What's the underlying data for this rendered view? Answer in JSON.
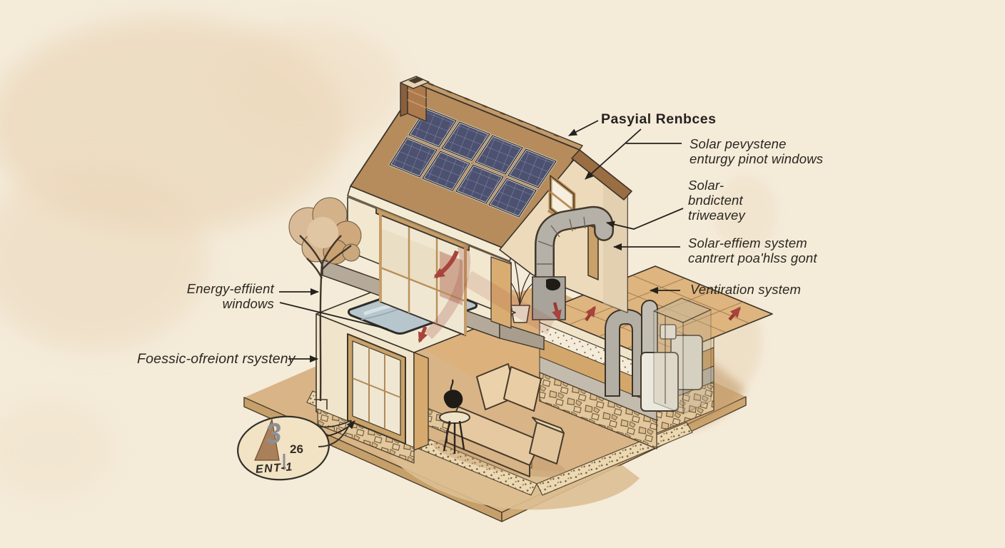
{
  "labels": {
    "passive_house": "Pasyial Renbces",
    "solar_windows_l1": "Solar pevystene",
    "solar_windows_l2": "enturgy pinot windows",
    "driveway_l1": "Solar-",
    "driveway_l2": "bndictent",
    "driveway_l3": "triweavey",
    "system_l1": "Solar-effiem system",
    "system_l2": "cantrert poa'hlss gont",
    "ventilation": "Ventiration system",
    "windows_l1": "Energy-effiient",
    "windows_l2": "windows",
    "foundation": "Foessic-ofreiont rsysteny",
    "badge": {
      "number": "3",
      "value": "26",
      "code": "ENT-1"
    }
  },
  "colors": {
    "background": "#f4ebd9",
    "line_ink": "#2b2620",
    "accent_red": "#a8443c",
    "roof_brown": "#b68c5d",
    "solar_panel_blue": "#4d5170",
    "ground_tan": "#d8b487",
    "duct_gray": "#b4afa4",
    "glass_blue": "#b7c6cd",
    "badge_gray": "#8e8e96"
  }
}
